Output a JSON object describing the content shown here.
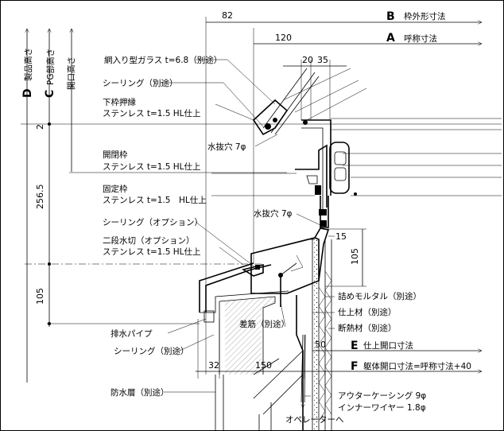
{
  "dims_top": {
    "d82": "82",
    "d120": "120",
    "d20": "20",
    "d35": "35"
  },
  "dims_right": {
    "B_letter": "B",
    "B_text": "枠外形寸法",
    "A_letter": "A",
    "A_text": "呼称寸法",
    "d15": "15",
    "d105": "105",
    "E_letter": "E",
    "E_text": "仕上開口寸法",
    "F_letter": "F",
    "F_text": "躯体開口寸法=呼称寸法+40"
  },
  "dims_left": {
    "D_letter": "D",
    "D_text": "製品高さ",
    "C_letter": "C",
    "C_text": "PG部高さ",
    "open_text": "開口高さ",
    "d2": "2",
    "d256": "256.5",
    "d105": "105"
  },
  "dims_bottom": {
    "d50": "50",
    "d32": "32",
    "d150": "150"
  },
  "labels": {
    "glass": "網入り型ガラス t=6.8（別途）",
    "sealing1": "シーリング（別途）",
    "shitawaku_1": "下枠押縁",
    "shitawaku_2": "ステンレス t=1.5 HL仕上",
    "drain_hole1": "水抜穴 7φ",
    "kaihei_1": "開閉枠",
    "kaihei_2": "ステンレス t=1.5 HL仕上",
    "kotei_1": "固定枠",
    "kotei_2": "ステンレス t=1.5　HL仕上",
    "drain_hole2": "水抜穴 7φ",
    "sealing_opt": "シーリング（オプション）",
    "nidan_1": "二段水切（オプション）",
    "nidan_2": "ステンレス t=1.5 HL仕上",
    "mortar": "詰めモルタル（別途）",
    "finish": "仕上材（別途）",
    "insulation": "断熱材（別途）",
    "drain_pipe": "排水パイプ",
    "rebar": "差筋（別途）",
    "sealing2": "シーリング（別途）",
    "waterproof": "防水層（別途）",
    "casing": "アウターケーシング 9φ",
    "wire": "インナーワイヤー 1.8φ",
    "operator": "オペレーターへ"
  }
}
